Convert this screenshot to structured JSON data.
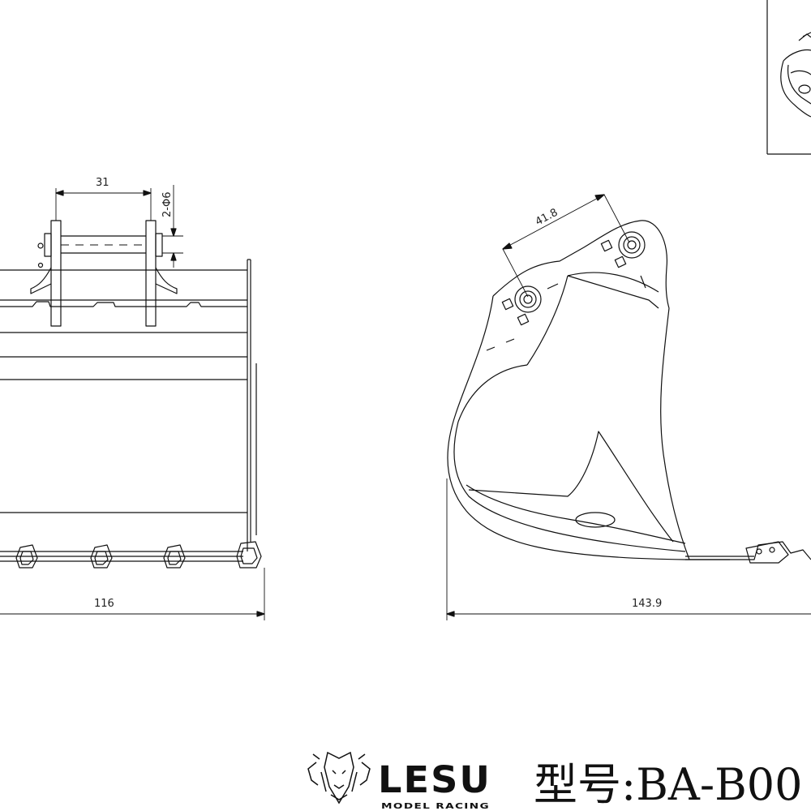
{
  "dimensions": {
    "front_width": "116",
    "pin_spacing": "31",
    "pin_holes": "2-Φ6",
    "side_length": "143.9",
    "pin_distance": "41.8"
  },
  "brand": {
    "name": "LESU",
    "tagline": "MODEL RACING"
  },
  "model": {
    "label": "型号:BA-B00"
  }
}
